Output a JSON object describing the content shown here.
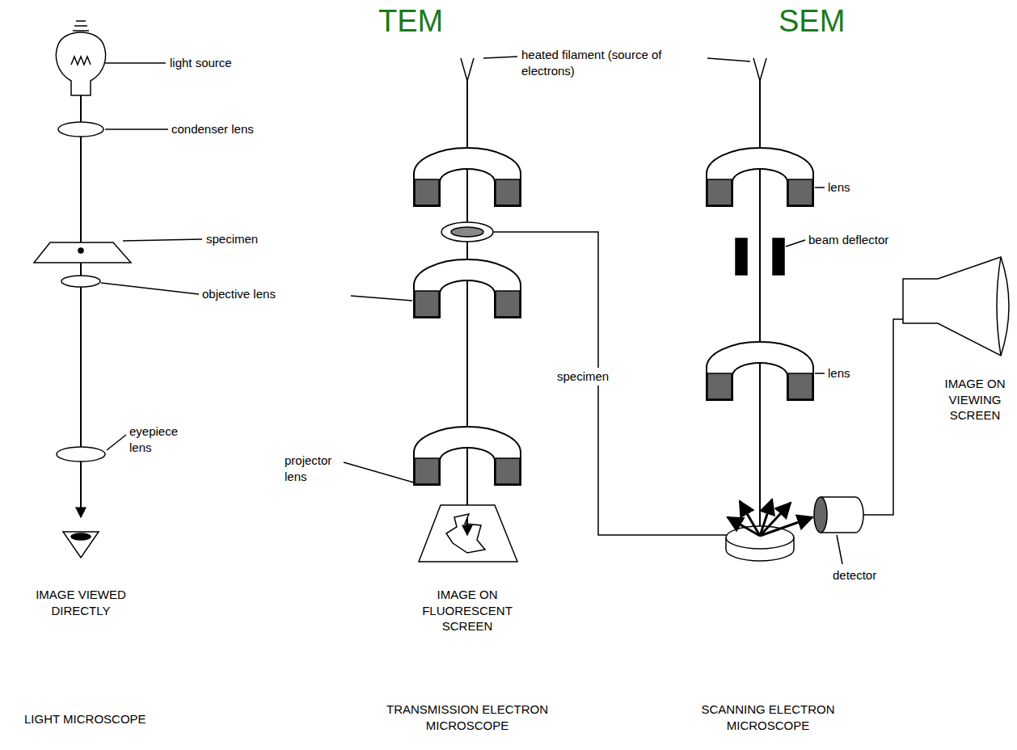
{
  "diagram": {
    "labels": [
      "TEM",
      "SEM",
      "heated filament (source of electrons)",
      "light source",
      "condenser lens",
      "lens",
      "specimen",
      "beam deflector",
      "objective lens",
      "specimen",
      "lens",
      "IMAGE ON VIEWING SCREEN",
      "eyepiece lens",
      "projector lens",
      "detector",
      "IMAGE VIEWED DIRECTLY",
      "IMAGE ON FLUORESCENT SCREEN",
      "LIGHT MICROSCOPE",
      "TRANSMISSION ELECTRON MICROSCOPE",
      "SCANNING ELECTRON MICROSCOPE"
    ]
  }
}
